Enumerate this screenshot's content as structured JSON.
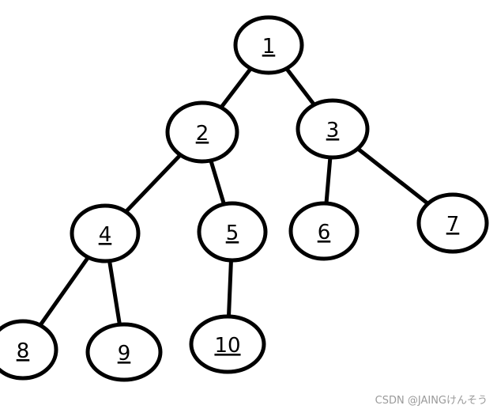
{
  "colors": {
    "stroke": "#000000",
    "fill": "#ffffff",
    "watermark": "#9a9a9a"
  },
  "tree": {
    "nodes": [
      {
        "id": "1",
        "label": "1"
      },
      {
        "id": "2",
        "label": "2"
      },
      {
        "id": "3",
        "label": "3"
      },
      {
        "id": "4",
        "label": "4"
      },
      {
        "id": "5",
        "label": "5"
      },
      {
        "id": "6",
        "label": "6"
      },
      {
        "id": "7",
        "label": "7"
      },
      {
        "id": "8",
        "label": "8"
      },
      {
        "id": "9",
        "label": "9"
      },
      {
        "id": "10",
        "label": "10"
      }
    ],
    "edges": [
      {
        "from": "1",
        "to": "2"
      },
      {
        "from": "1",
        "to": "3"
      },
      {
        "from": "2",
        "to": "4"
      },
      {
        "from": "2",
        "to": "5"
      },
      {
        "from": "3",
        "to": "6"
      },
      {
        "from": "3",
        "to": "7"
      },
      {
        "from": "4",
        "to": "8"
      },
      {
        "from": "4",
        "to": "9"
      },
      {
        "from": "5",
        "to": "10"
      }
    ]
  },
  "watermark": "CSDN @JAINGけんそう"
}
